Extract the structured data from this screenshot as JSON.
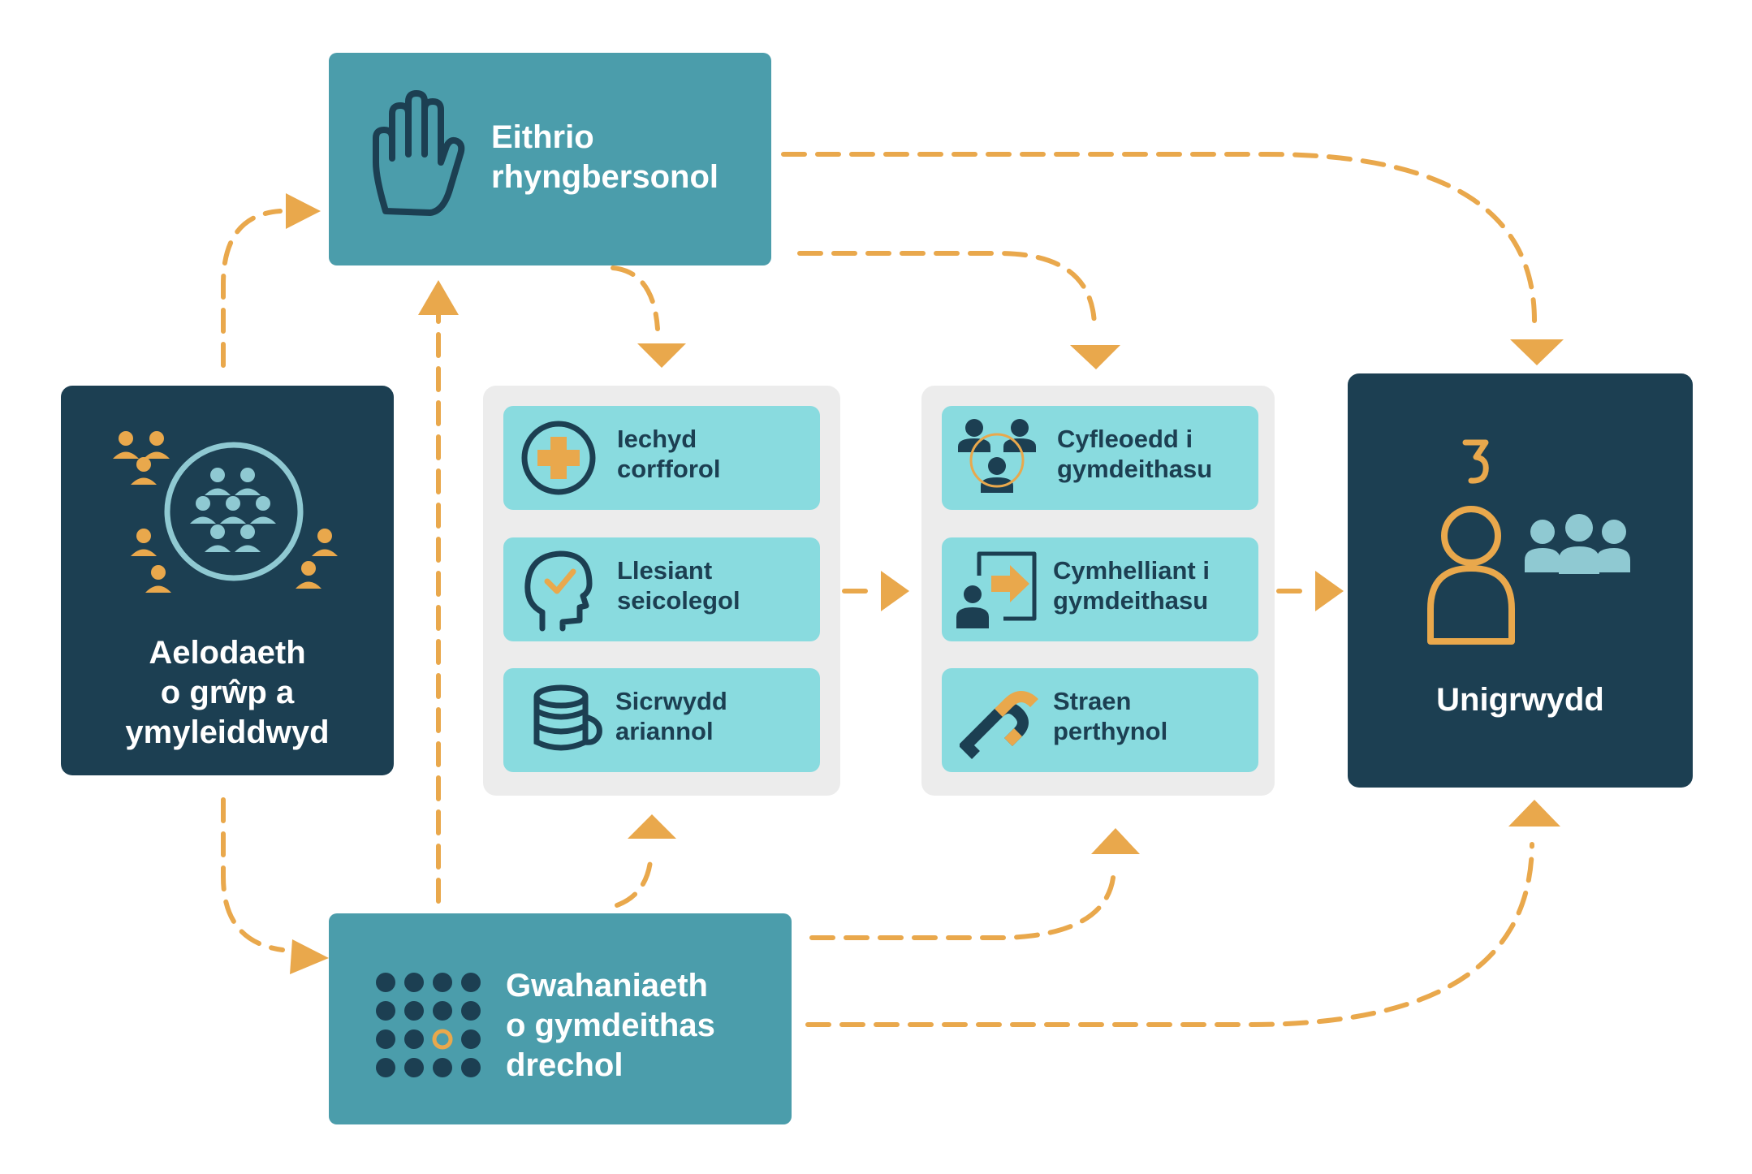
{
  "colors": {
    "dark": "#1c3f52",
    "teal": "#4b9dab",
    "card": "#89dbdf",
    "accent": "#e9a84c",
    "panel": "#ececec"
  },
  "nodes": {
    "membership": {
      "label_lines": [
        "Aelodaeth",
        "o grŵp a",
        "ymyleiddwyd"
      ],
      "icon": "group-circle-icon"
    },
    "exclusion": {
      "label_lines": [
        "Eithrio",
        "rhyngbersonol"
      ],
      "icon": "hand-stop-icon"
    },
    "separation": {
      "label_lines": [
        "Gwahaniaeth",
        "o gymdeithas",
        "drechol"
      ],
      "icon": "dot-grid-icon"
    },
    "loneliness": {
      "label": "Unigrwydd",
      "icon": "lonely-person-icon"
    }
  },
  "mediators_left": [
    {
      "lines": [
        "Iechyd",
        "corfforol"
      ],
      "icon": "health-cross-icon"
    },
    {
      "lines": [
        "Llesiant",
        "seicolegol"
      ],
      "icon": "head-check-icon"
    },
    {
      "lines": [
        "Sicrwydd",
        "ariannol"
      ],
      "icon": "coins-stack-icon"
    }
  ],
  "mediators_right": [
    {
      "lines": [
        "Cyfleoedd i",
        "gymdeithasu"
      ],
      "icon": "people-network-icon"
    },
    {
      "lines": [
        "Cymhelliant i",
        "gymdeithasu"
      ],
      "icon": "person-arrow-icon"
    },
    {
      "lines": [
        "Straen",
        "perthynol"
      ],
      "icon": "magnet-icon"
    }
  ]
}
